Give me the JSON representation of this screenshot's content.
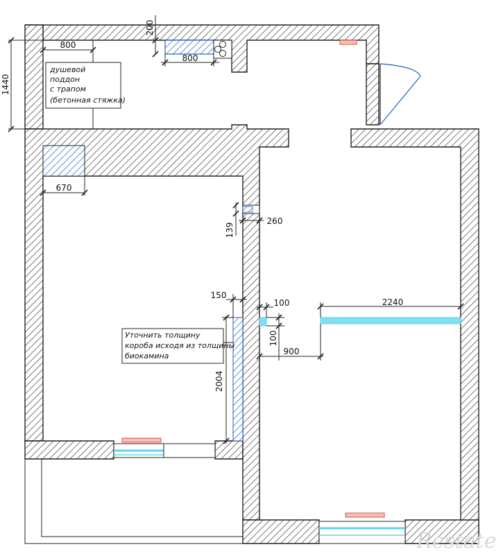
{
  "colors": {
    "wall_stroke": "#222222",
    "hatch": "#555555",
    "window_cyan": "#5fd3e8",
    "radiator_red": "#d9534f",
    "box_blue": "#1f5fbf"
  },
  "dimensions": {
    "shower_width": "800",
    "shower_depth": "1440",
    "kitchen_setback": "200",
    "counter_width": "800",
    "shaft_width": "670",
    "niche_width": "260",
    "niche_depth": "139",
    "partition_150": "150",
    "partition_100_w": "100",
    "partition_100_h": "100",
    "opening_900": "900",
    "window_2240": "2240",
    "box_height": "2004"
  },
  "notes": {
    "shower": [
      "душевой",
      "поддон",
      "с трапом",
      "(бетонная стяжка)"
    ],
    "box": [
      "Уточнить толщину",
      "короба исходя из толщины",
      "биокамина"
    ]
  },
  "watermark": "Restate"
}
